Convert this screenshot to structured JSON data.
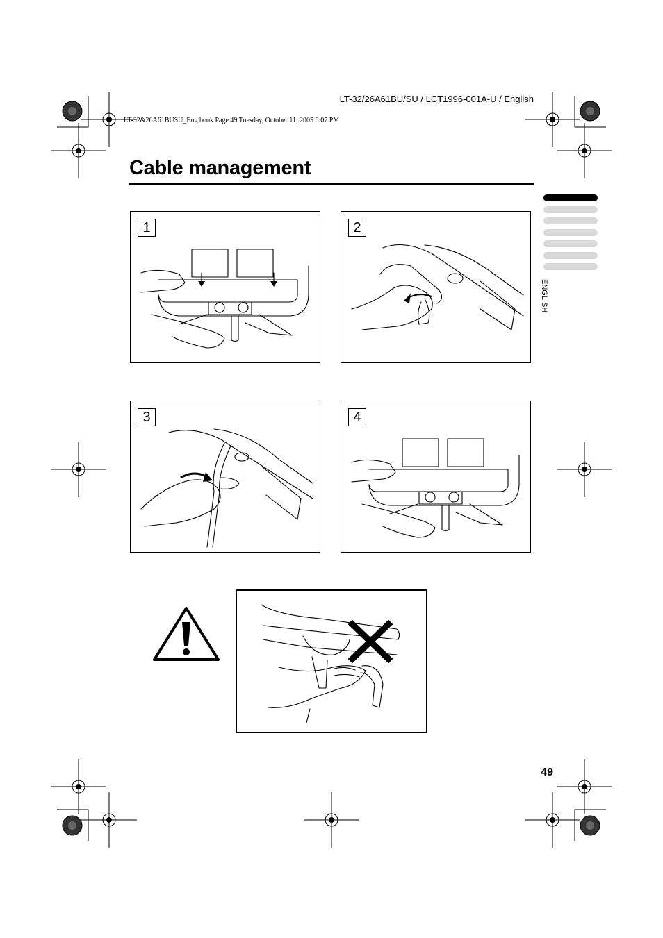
{
  "header": {
    "document_id": "LT-32/26A61BU/SU / LCT1996-001A-U / English",
    "book_line": "LT-32&26A61BUSU_Eng.book  Page 49  Tuesday, October 11, 2005  6:07 PM"
  },
  "page": {
    "title": "Cable management",
    "number": "49"
  },
  "side_tab": {
    "language_label": "ENGLISH",
    "total_tabs": 7,
    "active_tab": 1
  },
  "steps": [
    {
      "number": "1"
    },
    {
      "number": "2"
    },
    {
      "number": "3"
    },
    {
      "number": "4"
    }
  ],
  "colors": {
    "tab_active": "#000000",
    "tab_inactive": "#d9d9d9",
    "line": "#000000",
    "background": "#ffffff"
  },
  "icons": {
    "caution": "warning-triangle-exclamation-icon",
    "prohibited": "cross-mark-icon",
    "registration": "registration-crosshair-icon"
  }
}
